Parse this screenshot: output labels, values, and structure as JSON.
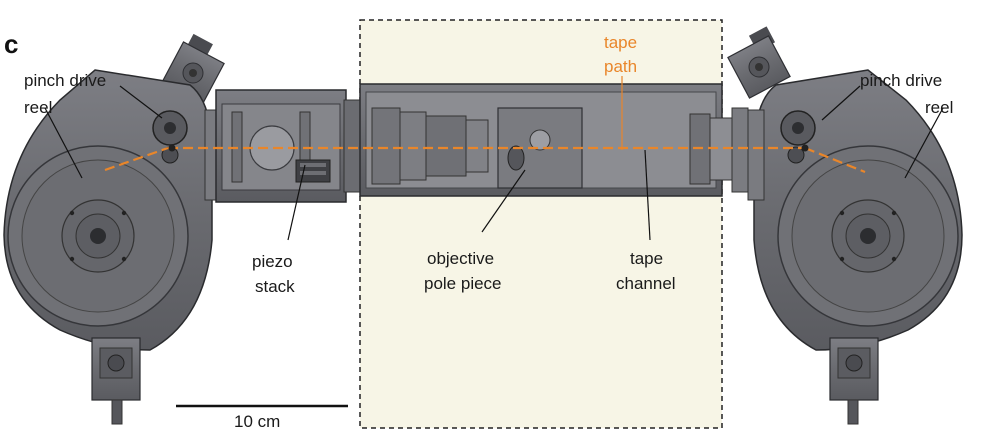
{
  "figure": {
    "panel_letter": "c",
    "labels": {
      "pinch_drive_left": "pinch drive",
      "reel_left": "reel",
      "pinch_drive_right": "pinch drive",
      "reel_right": "reel",
      "tape_path_line1": "tape",
      "tape_path_line2": "path",
      "piezo_line1": "piezo",
      "piezo_line2": "stack",
      "objective_line1": "objective",
      "objective_line2": "pole piece",
      "channel_line1": "tape",
      "channel_line2": "channel"
    },
    "scale_bar": {
      "label": "10 cm"
    },
    "colors": {
      "machine": "#6c6d72",
      "machine_dark": "#3b3c40",
      "machine_light": "#8e8f95",
      "tape_path": "#e9862a",
      "chamber_fill": "#f7f5e6"
    }
  }
}
